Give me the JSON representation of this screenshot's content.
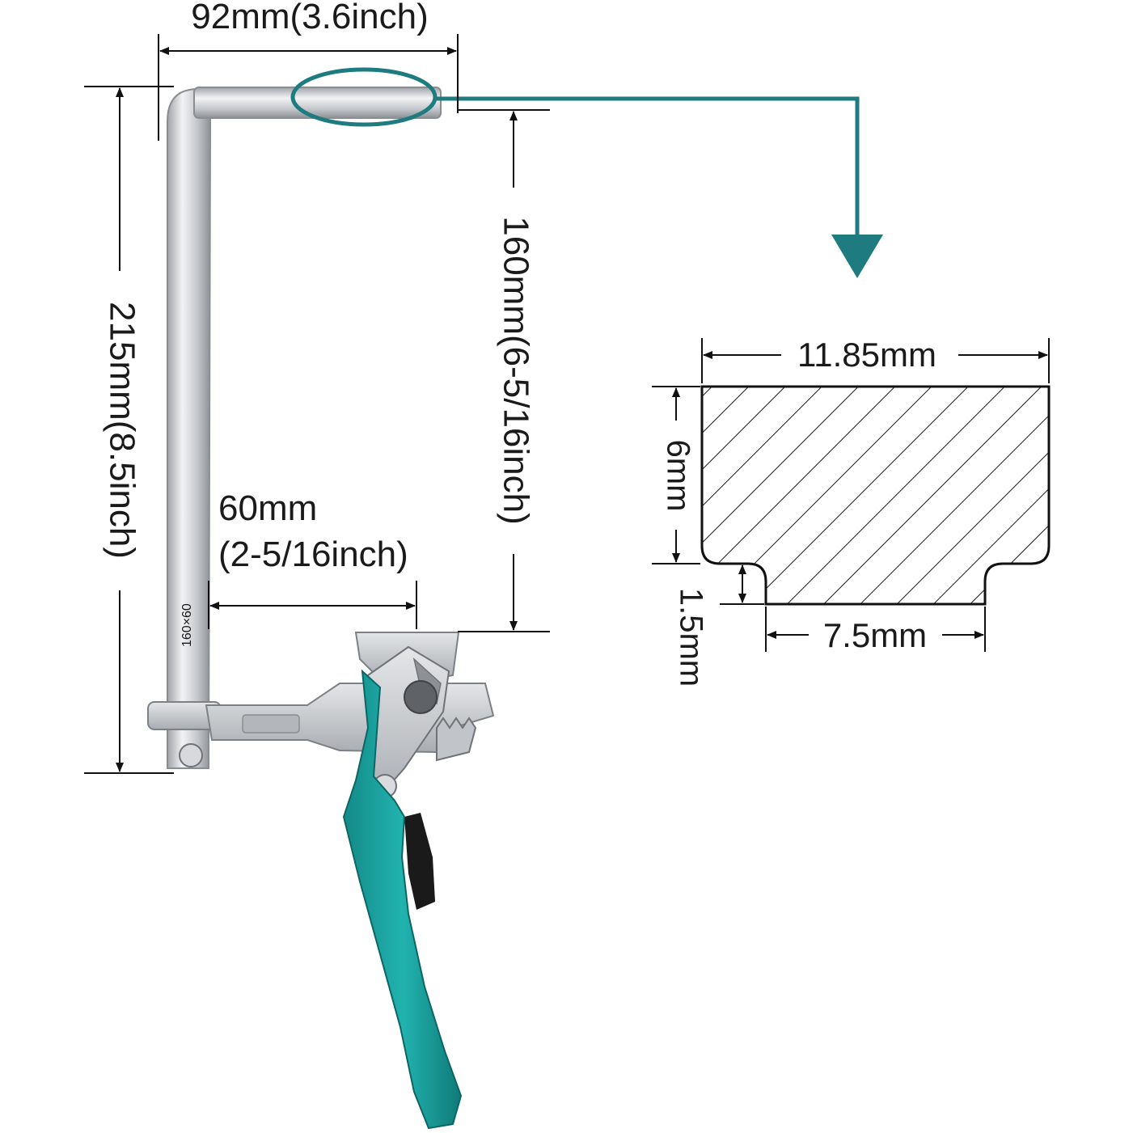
{
  "dimensions": {
    "top_width": "92mm(3.6inch)",
    "overall_height": "215mm(8.5inch)",
    "throat_depth": "160mm(6-5/16inch)",
    "jaw_length_line1": "60mm",
    "jaw_length_line2": "(2-5/16inch)",
    "rod_marking": "160×60"
  },
  "profile": {
    "width_top": "11.85mm",
    "height_body": "6mm",
    "tongue_height": "1.5mm",
    "tongue_width": "7.5mm"
  },
  "colors": {
    "accent": "#1e7b7f",
    "handle": "#1aa3a0",
    "metal": "#c9ccd0",
    "metal_dark": "#8c9095",
    "line": "#111111"
  }
}
